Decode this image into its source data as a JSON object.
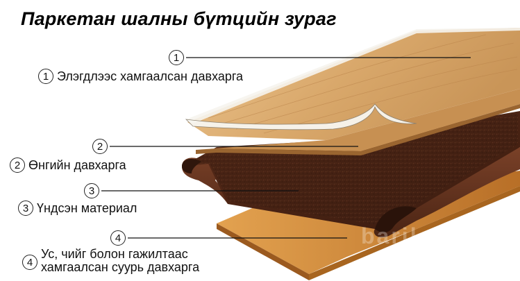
{
  "title": "Паркетан шалны бүтцийн зураг",
  "layers": [
    {
      "number": "1",
      "label": "Элэгдлээс хамгаалсан давхарга"
    },
    {
      "number": "2",
      "label": "Өнгийн давхарга"
    },
    {
      "number": "3",
      "label": "Үндсэн материал"
    },
    {
      "number": "4",
      "label_lines": [
        "Ус, чийг болон гажилтаас",
        "хамгаалсан суурь давхарга"
      ]
    }
  ],
  "watermark": "barilo",
  "colors": {
    "wear_layer": "#f4f2ea",
    "wood_top": "#d9b07a",
    "decor_strip": "#c28a4c",
    "core_top": "#4a2416",
    "core_side": "#6e3a23",
    "backing": "#d6913e",
    "leader_line": "#111111"
  }
}
